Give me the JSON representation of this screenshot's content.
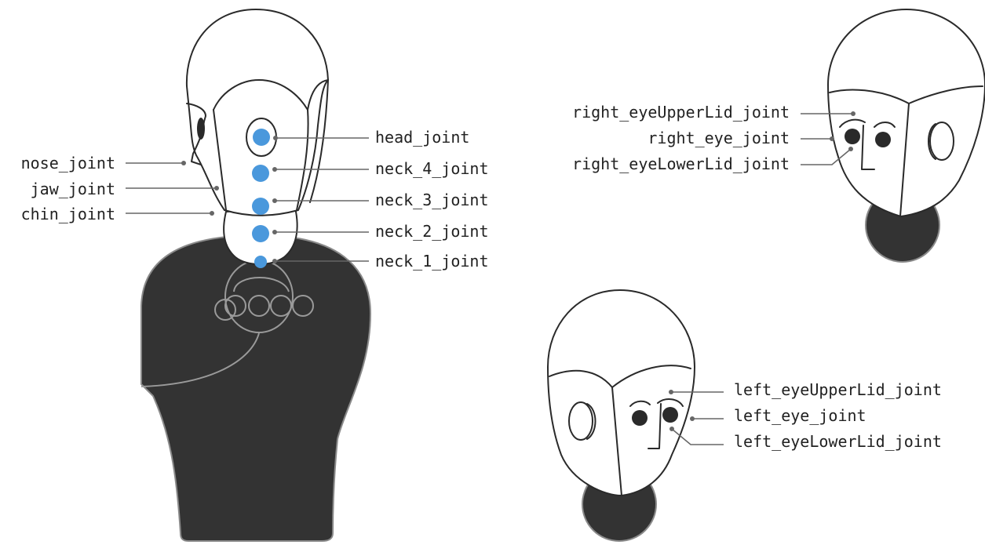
{
  "joints": {
    "head": "head_joint",
    "neck_4": "neck_4_joint",
    "neck_3": "neck_3_joint",
    "neck_2": "neck_2_joint",
    "neck_1": "neck_1_joint",
    "nose": "nose_joint",
    "jaw": "jaw_joint",
    "chin": "chin_joint",
    "right_eye_upper_lid": "right_eyeUpperLid_joint",
    "right_eye": "right_eye_joint",
    "right_eye_lower_lid": "right_eyeLowerLid_joint",
    "left_eye_upper_lid": "left_eyeUpperLid_joint",
    "left_eye": "left_eye_joint",
    "left_eye_lower_lid": "left_eyeLowerLid_joint"
  },
  "colors": {
    "joint_marker": "#4a98dc",
    "body_fill": "#333333",
    "leader_line": "#666666"
  }
}
